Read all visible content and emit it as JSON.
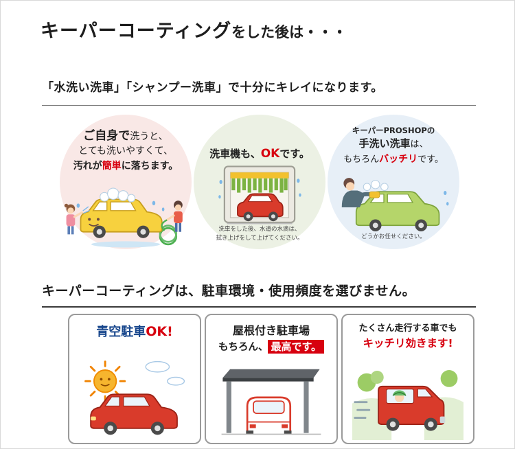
{
  "colors": {
    "accent_red": "#d7000f",
    "navy_blue": "#17468c",
    "circle_pink_bg": "#f9e8e6",
    "circle_green_bg": "#ecf1e4",
    "circle_blue_bg": "#e7eff7",
    "card_border_gray": "#9a9a9a"
  },
  "title": {
    "main": "キーパーコーティング",
    "suffix": "をした後は・・・"
  },
  "section1": {
    "heading": "「水洗い洗車」「シャンプー洗車」で十分にキレイになります。",
    "self_wash": {
      "line1_bold": "ご自身で",
      "line1_rest": "洗うと、",
      "line2": "とても洗いやすくて、",
      "line3_pre": "汚れが",
      "line3_red": "簡単",
      "line3_post": "に落ちます。"
    },
    "machine_wash": {
      "line_pre": "洗車機も、",
      "line_red": "OK",
      "line_post": "です。",
      "note_line1": "洗車をした後、水道の水滴は、",
      "note_line2": "拭き上げをして上げてください。"
    },
    "hand_wash": {
      "line0": "キーパーPROSHOPの",
      "line1_bold": "手洗い洗車",
      "line1_post": "は、",
      "line2_pre": "もちろん",
      "line2_red": "バッチリ",
      "line2_post": "です。",
      "note": "どうかお任せください。"
    }
  },
  "section2": {
    "heading": "キーパーコーティングは、駐車環境・使用頻度を選びません。",
    "open_air": {
      "label_blue": "青空駐車",
      "label_red": "OK!"
    },
    "roofed": {
      "line1": "屋根付き駐車場",
      "line2_pre": "もちろん、",
      "line2_highlight": "最高です。"
    },
    "high_mileage": {
      "line1": "たくさん走行する車でも",
      "line2_red": "キッチリ効きます!"
    }
  },
  "illustrations": {
    "self_wash": "people-washing-yellow-car",
    "machine_wash": "car-wash-machine-with-red-car",
    "hand_wash": "person-hand-washing-green-car",
    "open_air": "sun-clouds-red-car",
    "roofed": "carport-with-red-car",
    "high_mileage": "red-car-driving-with-driver"
  }
}
